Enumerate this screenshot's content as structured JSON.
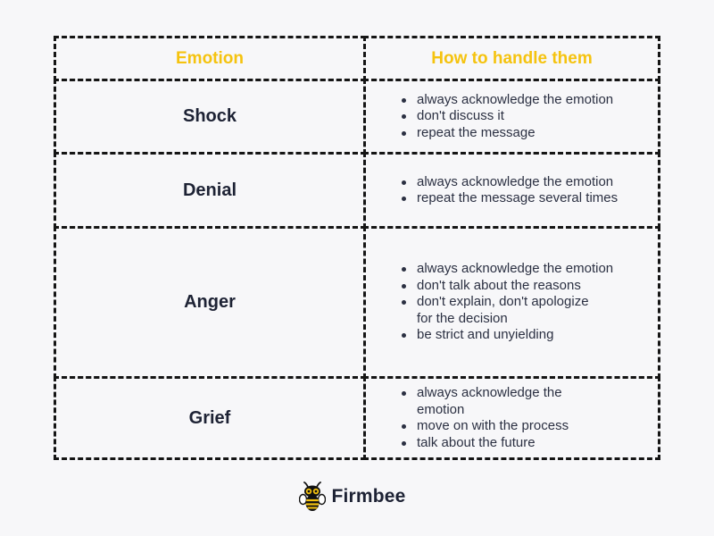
{
  "table": {
    "headers": {
      "emotion": "Emotion",
      "handling": "How to handle them"
    },
    "rows": [
      {
        "emotion": "Shock",
        "tips": [
          "always acknowledge the emotion",
          "don't discuss it",
          "repeat the message"
        ]
      },
      {
        "emotion": "Denial",
        "tips": [
          "always acknowledge the emotion",
          "repeat the message several times"
        ]
      },
      {
        "emotion": "Anger",
        "tips": [
          "always acknowledge the emotion",
          "don't talk about the reasons",
          "don't explain, don't apologize for the decision",
          "be strict and unyielding"
        ]
      },
      {
        "emotion": "Grief",
        "tips": [
          "always acknowledge the emotion",
          "move on with the process",
          "talk about the future"
        ]
      }
    ]
  },
  "brand": {
    "name": "Firmbee",
    "logo_icon": "firmbee-bee-icon"
  },
  "colors": {
    "header_accent": "#f5c30f",
    "text_dark": "#1d2234",
    "border": "#151515",
    "background": "#f7f7f9"
  }
}
